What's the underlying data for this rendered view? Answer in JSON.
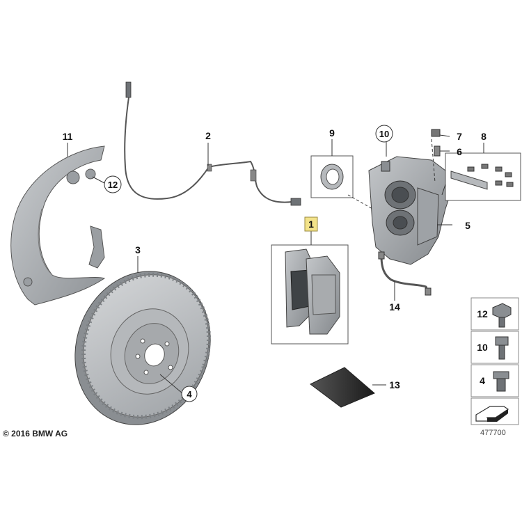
{
  "labels": {
    "n1": "1",
    "n2": "2",
    "n3": "3",
    "n4": "4",
    "n5": "5",
    "n6": "6",
    "n7": "7",
    "n8": "8",
    "n9": "9",
    "n10": "10",
    "n11": "11",
    "n12": "12",
    "n13": "13",
    "n14": "14"
  },
  "legend": {
    "row1": "12",
    "row2": "10",
    "row3": "4"
  },
  "footer": {
    "copyright": "© 2016 BMW AG",
    "drawing_number": "477700"
  },
  "colors": {
    "part_fill": "#b9bcbf",
    "part_dark": "#6e7276",
    "highlight": "#f3e38a",
    "line": "#444444"
  }
}
